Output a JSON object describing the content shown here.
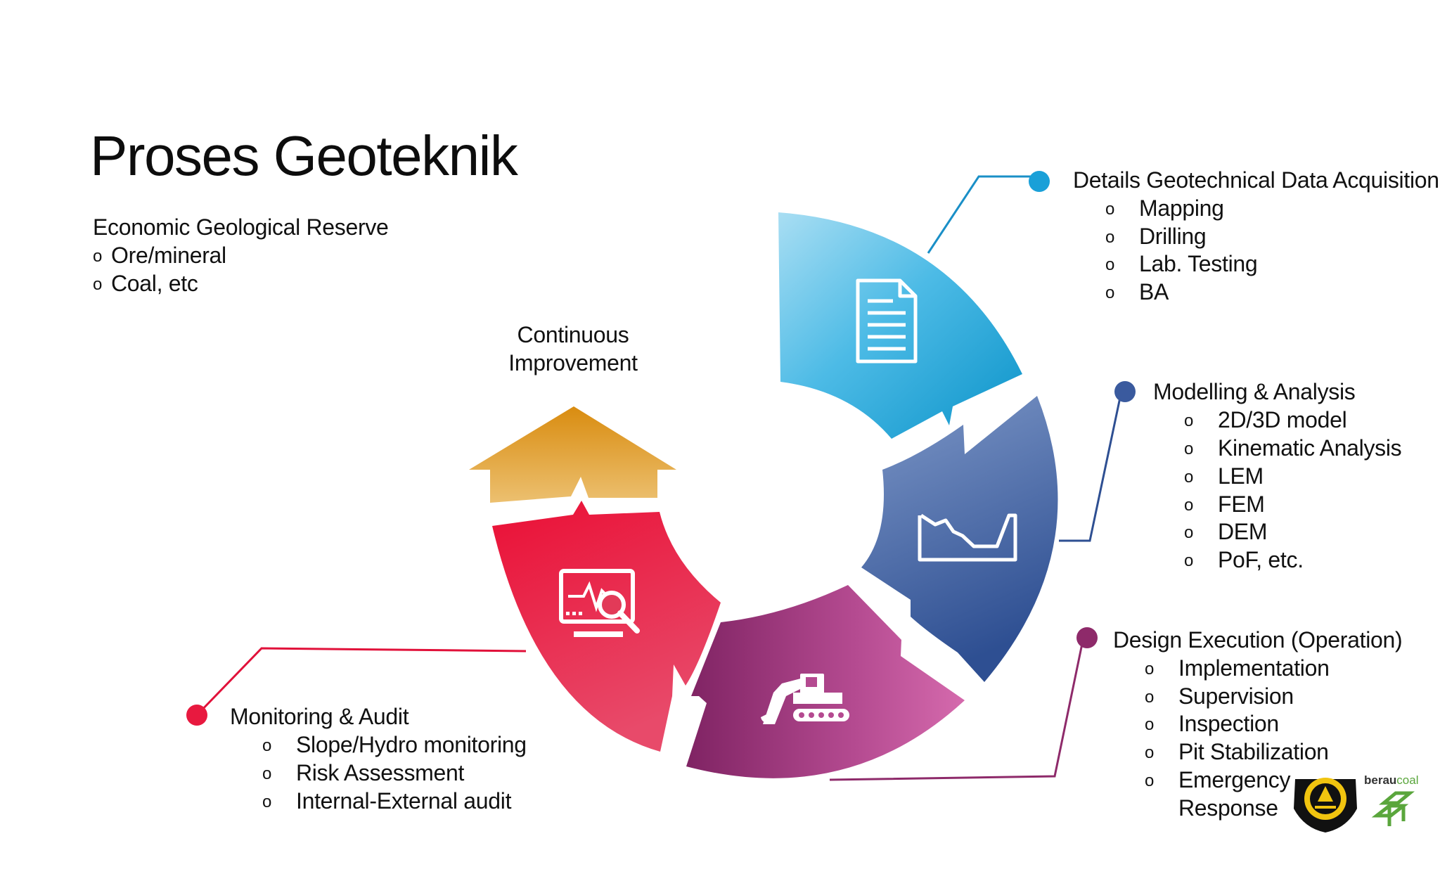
{
  "title": "Proses Geoteknik",
  "reserve": {
    "label": "Economic Geological Reserve",
    "items": [
      "Ore/mineral",
      "Coal, etc"
    ]
  },
  "improvement": {
    "line1": "Continuous",
    "line2": "Improvement"
  },
  "stages": [
    {
      "label": "Details Geotechnical Data Acquisition",
      "items": [
        "Mapping",
        "Drilling",
        "Lab. Testing",
        "BA"
      ],
      "icon": "document-icon",
      "color": "#1aa3d9"
    },
    {
      "label": "Modelling & Analysis",
      "items": [
        "2D/3D model",
        "Kinematic Analysis",
        "LEM",
        "FEM",
        "DEM",
        "PoF, etc."
      ],
      "icon": "pit-profile-icon",
      "color": "#3a5a9e"
    },
    {
      "label": "Design Execution (Operation)",
      "items": [
        "Implementation",
        "Supervision",
        "Inspection",
        "Pit Stabilization",
        "Emergency",
        "Response"
      ],
      "icon": "excavator-icon",
      "color": "#a0306e"
    },
    {
      "label": "Monitoring & Audit",
      "items": [
        "Slope/Hydro monitoring",
        "Risk Assessment",
        "Internal-External audit"
      ],
      "icon": "monitor-search-icon",
      "color": "#e8193f"
    }
  ],
  "arrow_color": "#e2a032",
  "bullet_glyph": "o",
  "logo": {
    "brand_a": "berau",
    "brand_b": "coal"
  }
}
